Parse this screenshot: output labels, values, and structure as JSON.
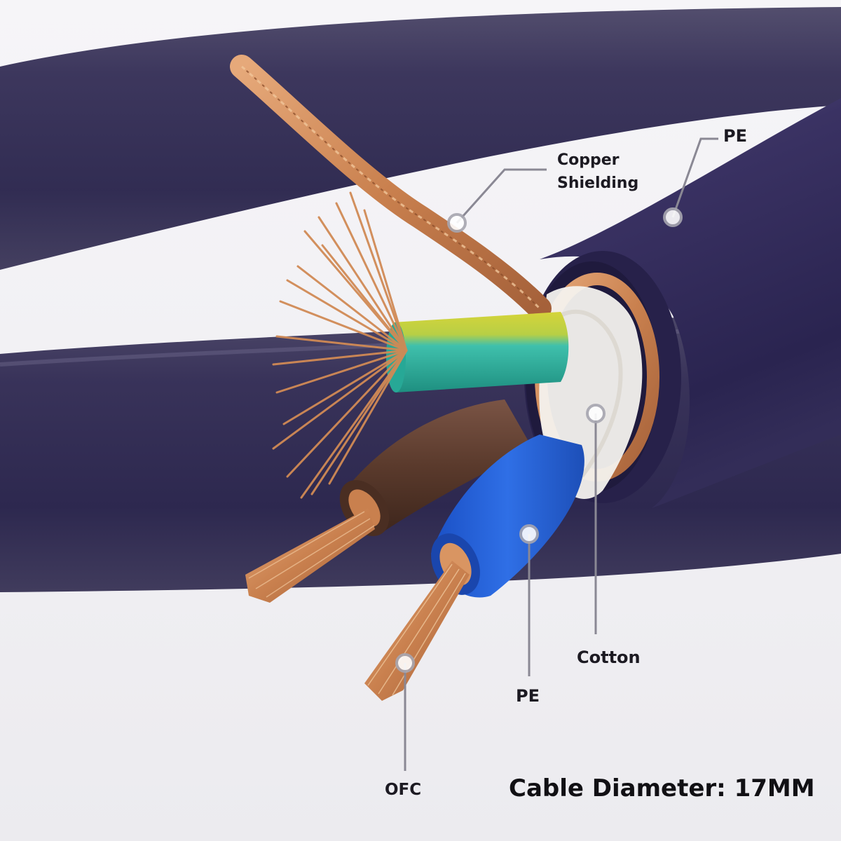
{
  "labels": {
    "copper_shielding_line1": "Copper",
    "copper_shielding_line2": "Shielding",
    "pe_top": "PE",
    "cotton": "Cotton",
    "pe_bottom": "PE",
    "ofc": "OFC",
    "cable_diameter": "Cable Diameter: 17MM"
  },
  "colors": {
    "jacket": "#2f2a4f",
    "copper": "#c9804e",
    "earth_wire": "#2fb4a0",
    "earth_stripe": "#d8d63a",
    "live_wire": "#5a3a2c",
    "neutral_wire": "#1f5fd6",
    "cotton_filler": "#f4f2ee",
    "background": "#f3f2f5"
  }
}
